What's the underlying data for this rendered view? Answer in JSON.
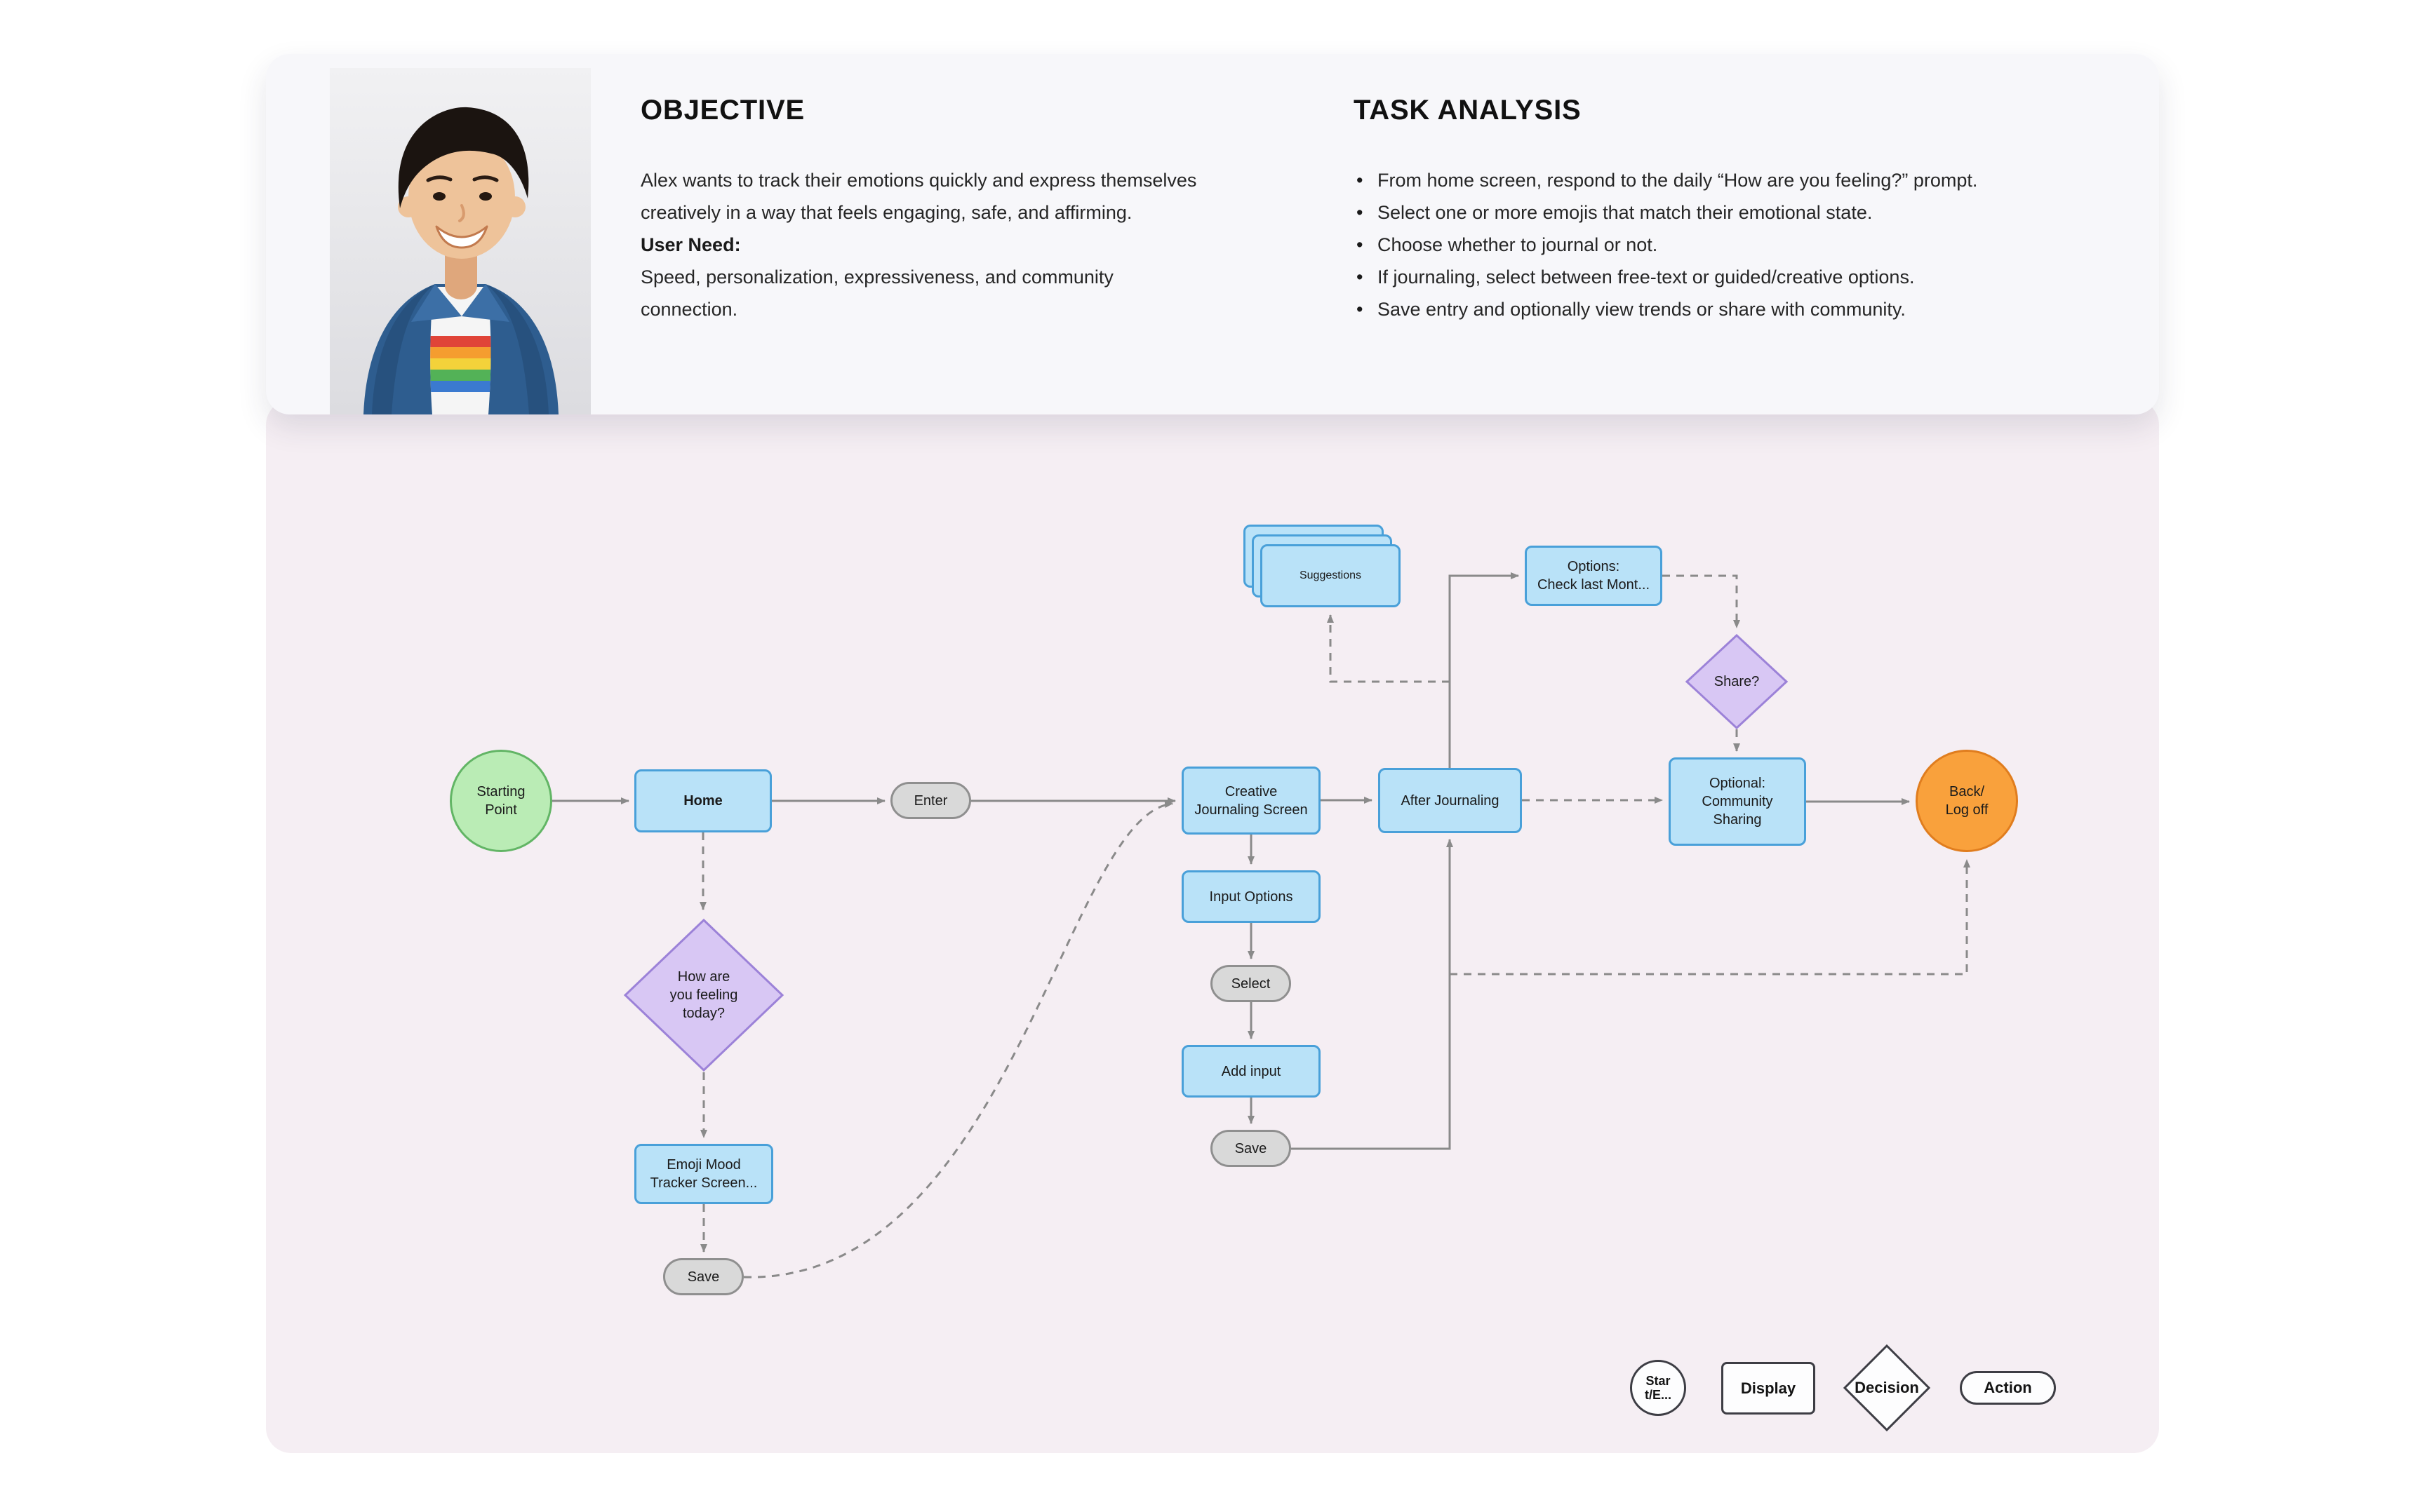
{
  "objective": {
    "title": "OBJECTIVE",
    "body": "Alex wants to track their emotions quickly and express themselves\ncreatively in a way that feels engaging, safe, and affirming.",
    "user_need_label": "User Need:",
    "user_need_text": "Speed, personalization, expressiveness, and community\nconnection."
  },
  "task_analysis": {
    "title": "TASK ANALYSIS",
    "bullets": [
      "From home screen, respond to the daily “How are you feeling?” prompt.",
      "Select one or more emojis that match their emotional state.",
      "Choose whether to journal or not.",
      "If journaling, select between free-text or guided/creative options.",
      "Save entry and optionally view trends or share with community."
    ]
  },
  "flow": {
    "nodes": {
      "starting_point": "Starting\nPoint",
      "home": "Home",
      "enter": "Enter",
      "feeling_question": "How are\nyou feeling\ntoday?",
      "emoji_tracker": "Emoji Mood\nTracker Screen...",
      "save_mood": "Save",
      "creative_journaling": "Creative\nJournaling Screen",
      "input_options": "Input Options",
      "select": "Select",
      "add_input": "Add input",
      "save_journal": "Save",
      "after_journaling": "After Journaling",
      "suggestions": "Suggestions",
      "options_check": "Options:\nCheck last Mont...",
      "share_question": "Share?",
      "community_sharing": "Optional:\nCommunity\nSharing",
      "back_log_off": "Back/\nLog off"
    },
    "legend": {
      "start_end": "Star\nt/E...",
      "display": "Display",
      "decision": "Decision",
      "action": "Action"
    }
  },
  "colors": {
    "display_node": "#b9e2f8",
    "display_border": "#49a0d9",
    "action_node": "#d9d9d9",
    "decision_node": "#d8c7f4",
    "start_node": "#baecb5",
    "end_node": "#f9a13c",
    "canvas": "#f5eef3",
    "card": "#f7f7fa",
    "connector": "#8a8a8a"
  }
}
